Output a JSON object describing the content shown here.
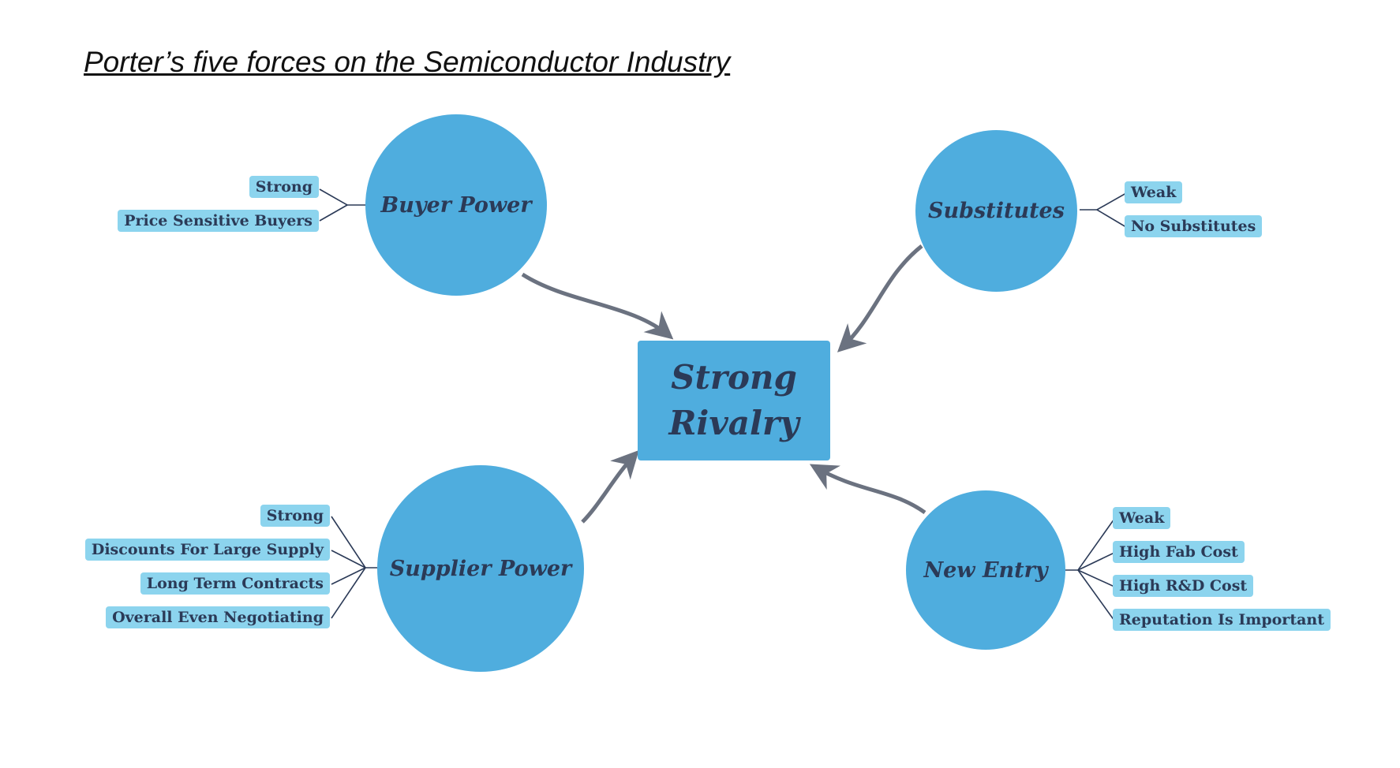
{
  "title": "Porter’s five forces on the Semiconductor Industry",
  "center": {
    "line1": "Strong",
    "line2": "Rivalry"
  },
  "forces": {
    "buyer_power": {
      "label": "Buyer Power",
      "tags": [
        "Strong",
        "Price Sensitive Buyers"
      ]
    },
    "substitutes": {
      "label": "Substitutes",
      "tags": [
        "Weak",
        "No Substitutes"
      ]
    },
    "supplier_power": {
      "label": "Supplier Power",
      "tags": [
        "Strong",
        "Discounts For Large Supply",
        "Long Term Contracts",
        "Overall Even Negotiating"
      ]
    },
    "new_entry": {
      "label": "New Entry",
      "tags": [
        "Weak",
        "High Fab Cost",
        "High R&D Cost",
        "Reputation Is Important"
      ]
    }
  },
  "colors": {
    "node_fill": "#4fadde",
    "tag_fill": "#8cd4ee",
    "text": "#2b3a57",
    "arrow": "#6b7280"
  }
}
